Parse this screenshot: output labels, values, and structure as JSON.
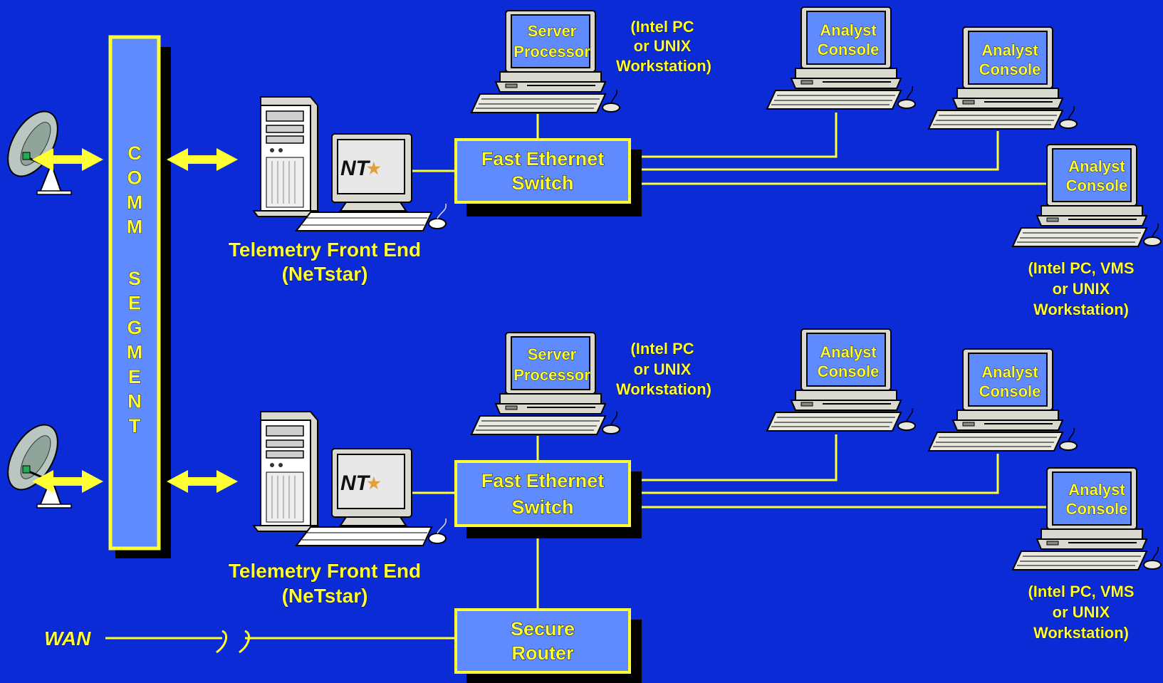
{
  "colors": {
    "background": "#0a2bd6",
    "line": "#ffff33",
    "box_fill": "#5f8bff",
    "shadow": "#000000"
  },
  "comm_segment": {
    "label": "COMM SEGMENT"
  },
  "wan": {
    "label": "WAN"
  },
  "telemetry": {
    "line1": "Telemetry Front End",
    "line2": "(NeTstar)"
  },
  "switch": {
    "line1": "Fast Ethernet",
    "line2": "Switch"
  },
  "router": {
    "line1": "Secure",
    "line2": "Router"
  },
  "server": {
    "line1": "Server",
    "line2": "Processor"
  },
  "server_note": [
    "(Intel PC",
    "or UNIX",
    "Workstation)"
  ],
  "analyst": {
    "line1": "Analyst",
    "line2": "Console"
  },
  "analyst_note": [
    "(Intel PC, VMS",
    "or UNIX",
    "Workstation)"
  ],
  "netstar_logo": "NT"
}
